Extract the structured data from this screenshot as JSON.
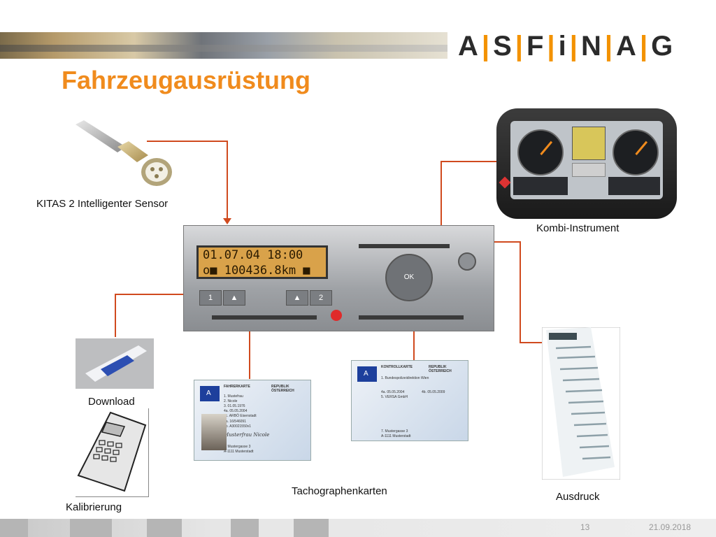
{
  "header": {
    "logo_text": [
      "A",
      "S",
      "F",
      "i",
      "N",
      "A",
      "G"
    ],
    "title": "Fahrzeugausrüstung"
  },
  "labels": {
    "sensor": "KITAS 2 Intelligenter Sensor",
    "kombi": "Kombi-Instrument",
    "download": "Download",
    "calibration": "Kalibrierung",
    "cards": "Tachographenkarten",
    "printout": "Ausdruck"
  },
  "tachograph": {
    "display_line1": "01.07.04   18:00",
    "display_line2": "o■ 100436.8km ■",
    "button_1": "1",
    "button_2": "2",
    "ok_label": "OK"
  },
  "driver_card": {
    "heading": "FAHRERKARTE",
    "country": "REPUBLIK ÖSTERREICH",
    "lines": [
      "1. Mustefrau",
      "2. Nicole",
      "3. 01.05.1976",
      "4a. 05.05.2004",
      "4c. ARBÖ Eisenstadt",
      "5a. 16/546091",
      "5b. A30021550v1",
      "8. Mustergasse 3",
      "A-1111 Musterstadt"
    ],
    "signature": "Musterfrau Nicole"
  },
  "control_card": {
    "heading": "KONTROLLKARTE",
    "country": "REPUBLIK ÖSTERREICH",
    "lines": [
      "1. Bundespolizeidirektion Wien",
      "4a. 05.05.2004",
      "4b. 05.05.2009",
      "5. VERSA GmbH",
      "7. Mustergasse 3",
      "A-1111 Musterstadt"
    ]
  },
  "footer": {
    "page_number": "13",
    "date": "21.09.2018"
  },
  "colors": {
    "title_orange": "#f08b1d",
    "connector_line": "#d04a1e",
    "logo_separator": "#f39200"
  }
}
